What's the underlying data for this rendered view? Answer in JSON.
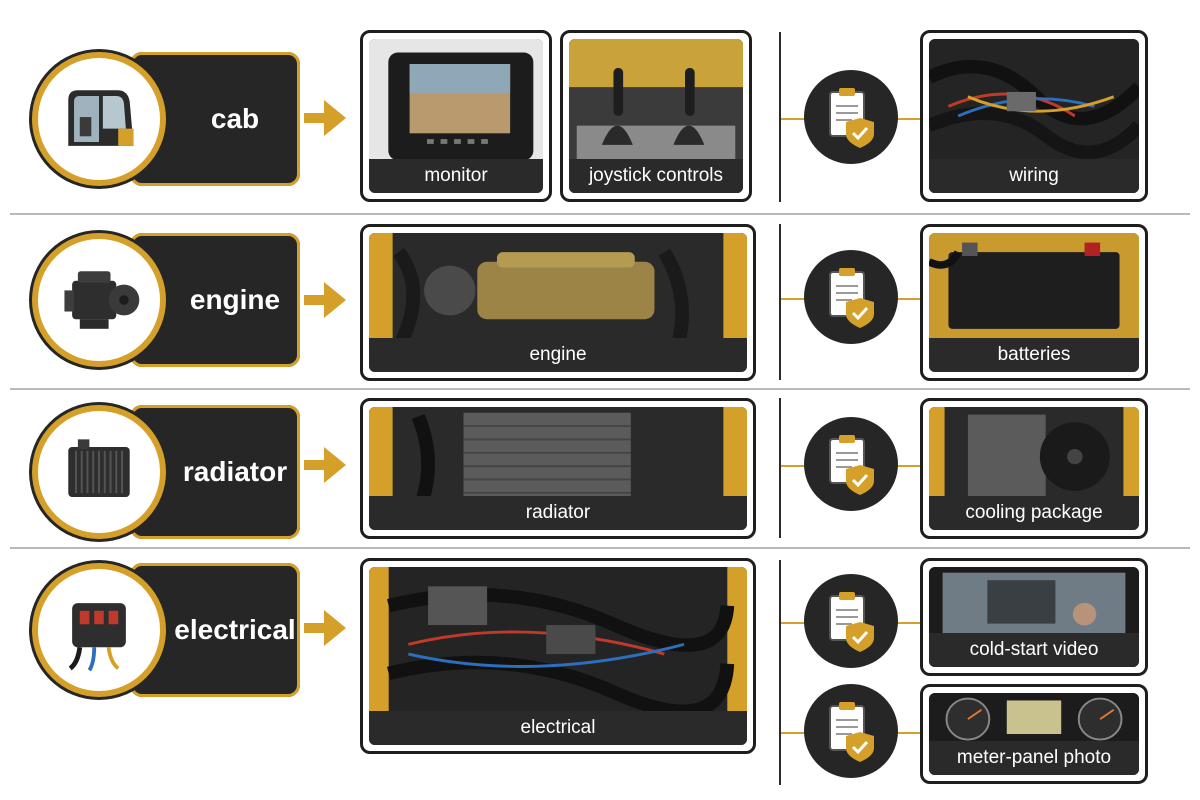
{
  "colors": {
    "accent": "#d4a02a",
    "dark": "#262626",
    "divider": "#b9b9b9"
  },
  "rows": [
    {
      "label": "cab",
      "icon": "excavator-cab-icon",
      "photos": [
        {
          "caption": "monitor",
          "icon": "monitor-photo"
        },
        {
          "caption": "joystick controls",
          "icon": "joystick-photo"
        }
      ],
      "checks": [
        {
          "caption": "wiring",
          "icon": "wiring-photo"
        }
      ]
    },
    {
      "label": "engine",
      "icon": "engine-icon",
      "photos": [
        {
          "caption": "engine",
          "icon": "engine-photo"
        }
      ],
      "checks": [
        {
          "caption": "batteries",
          "icon": "batteries-photo"
        }
      ]
    },
    {
      "label": "radiator",
      "icon": "radiator-icon",
      "photos": [
        {
          "caption": "radiator",
          "icon": "radiator-photo"
        }
      ],
      "checks": [
        {
          "caption": "cooling package",
          "icon": "cooling-package-photo"
        }
      ]
    },
    {
      "label": "electrical",
      "icon": "fuse-box-icon",
      "photos": [
        {
          "caption": "electrical",
          "icon": "electrical-photo"
        }
      ],
      "checks": [
        {
          "caption": "cold-start video",
          "icon": "video-photo"
        },
        {
          "caption": "meter-panel photo",
          "icon": "meter-panel-photo"
        }
      ]
    }
  ]
}
